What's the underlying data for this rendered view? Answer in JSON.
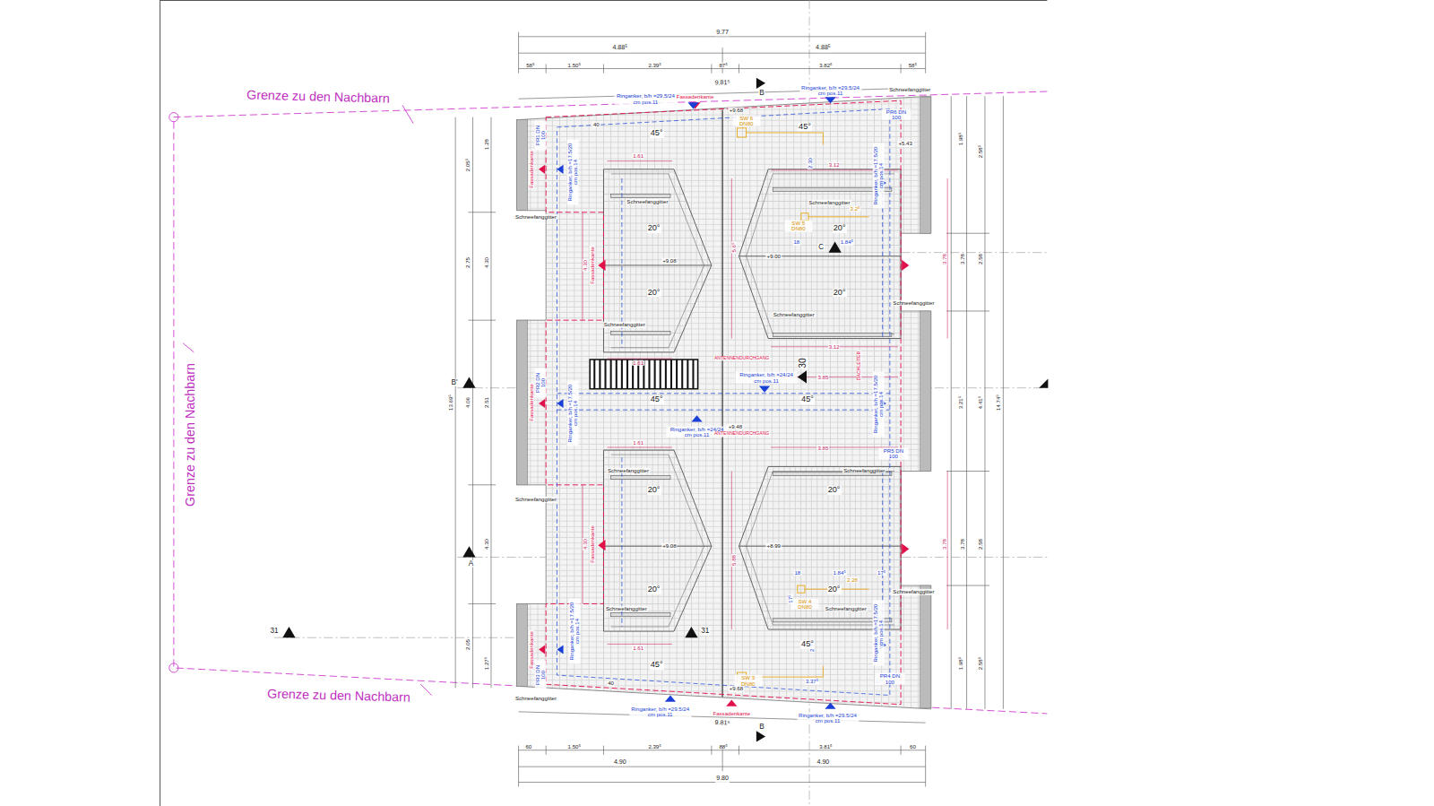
{
  "diagram": {
    "labels": [
      "9.77",
      "4.88⁵",
      "4.88⁵",
      "58⁵",
      "1.50⁵",
      "2.39⁵",
      "87⁵",
      "3.82⁵",
      "58⁵",
      "9.81⁵",
      "B",
      "Grenze zu den Nachbarn",
      "Ringanker, b/h =29.5/24 cm pos.11",
      "Fassadenkante",
      "Ringanker, b/h =29.5/24 cm pos.11",
      "Schneefanggitter",
      "PR6 DN 100",
      "PR1 DN 100",
      "+9.68",
      "SW 6 DN80",
      "45°",
      "45°",
      "40",
      "+5.43",
      "1.28",
      "2.05⁵",
      "1.98⁵",
      "2.58⁵",
      "Fassadenkante",
      "Ringanker, b/h =17.5/20 cm pos.14",
      "Ringanker, b/h =17.5/20 cm pos.14",
      "1.61",
      "3.12",
      "2.30",
      "Schneefanggitter",
      "Schneefanggitter",
      "Schneefanggitter",
      "20°",
      "20°",
      "SW 5 DN80",
      "3.2⁵",
      "18",
      "1.84⁵",
      "C",
      "+9.08",
      "+9.00",
      "2.75",
      "4.30",
      "4.30",
      "Fassadenkante",
      "5.6⁵",
      "3.78",
      "3.78",
      "2.58",
      "20°",
      "20°",
      "Schneefanggitter",
      "Schneefanggitter",
      "Schneefanggitter",
      "3.12",
      "ANTENNENDURCHGANG",
      "30",
      "1.61",
      "DACHLEITER",
      "B'",
      "PR2 DN 100",
      "Ringanker, b/h =24/24 cm pos.11",
      "3.85",
      "45°",
      "45°",
      "13.69⁵",
      "4.06",
      "2.51",
      "3.21⁵",
      "4.41⁵",
      "14.74⁵",
      "Fassadenkante",
      "Ringanker, b/h =17.5/20 cm pos.14",
      "Ringanker, b/h =17.5/20 cm pos.14",
      "+9.48",
      "Ringanker, b/h =24/24 cm pos.11",
      "ANTENNENDURCHGANG",
      "3.85",
      "PR5 DN 100",
      "1.61",
      "Schneefanggitter",
      "Schneefanggitter",
      "Schneefanggitter",
      "20°",
      "20°",
      "+9.08",
      "+8.99",
      "A",
      "4.30",
      "4.30",
      "Fassadenkante",
      "5.88",
      "3.78",
      "3.78",
      "2.58",
      "18",
      "1.84⁵",
      "17⁵",
      "2.28",
      "SW 4 DN80",
      "17⁵",
      "20°",
      "20°",
      "Schneefanggitter",
      "Schneefanggitter",
      "Schneefanggitter",
      "31",
      "31",
      "Ringanker, b/h =17.5/20 cm pos.14",
      "Ringanker, b/h =17.5/20 cm pos.14",
      "Fassadenkante",
      "2.28",
      "1.61",
      "45°",
      "45°",
      "2.05",
      "1.27⁵",
      "1.98⁵",
      "2.58⁵",
      "3.37⁵",
      "17⁵",
      "PR3 DN 100",
      "PR4 DN 100",
      "40",
      "+9.68",
      "SW 3 DN80",
      "Grenze zu den Nachbarn",
      "Schneefanggitter",
      "Ringanker, b/h =29.5/24 cm pos.11",
      "Fassadenkante",
      "Ringanker, b/h =29.5/24 cm pos.11",
      "9.81⁵",
      "B",
      "Grenze zu den Nachbarn",
      "60",
      "1.50⁵",
      "2.39⁵",
      "88⁵",
      "3.81⁵",
      "60",
      "4.90",
      "4.90",
      "9.80"
    ]
  }
}
